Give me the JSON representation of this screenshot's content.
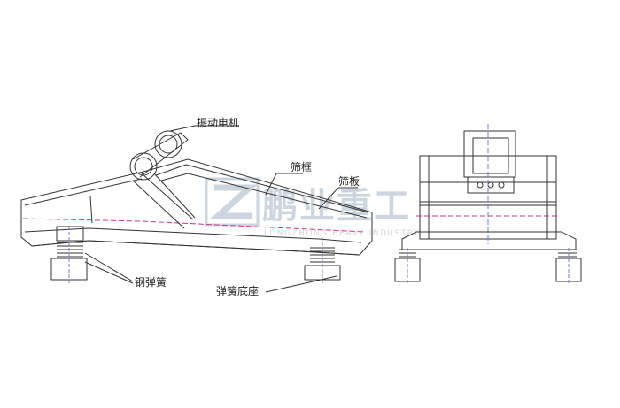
{
  "labels": {
    "vibration_motor": "振动电机",
    "screen_frame": "筛框",
    "screen_plate": "筛板",
    "steel_spring": "钢弹簧",
    "spring_base": "弹簧底座"
  },
  "watermark": {
    "name_cn": "鹏业重工",
    "name_en": "LONGZHONG HEAVY INDUSTRY",
    "color": "#c8d2dc"
  },
  "colors": {
    "line": "#333333",
    "centerline": "#c23b8a",
    "axis": "#6f7fd0"
  }
}
